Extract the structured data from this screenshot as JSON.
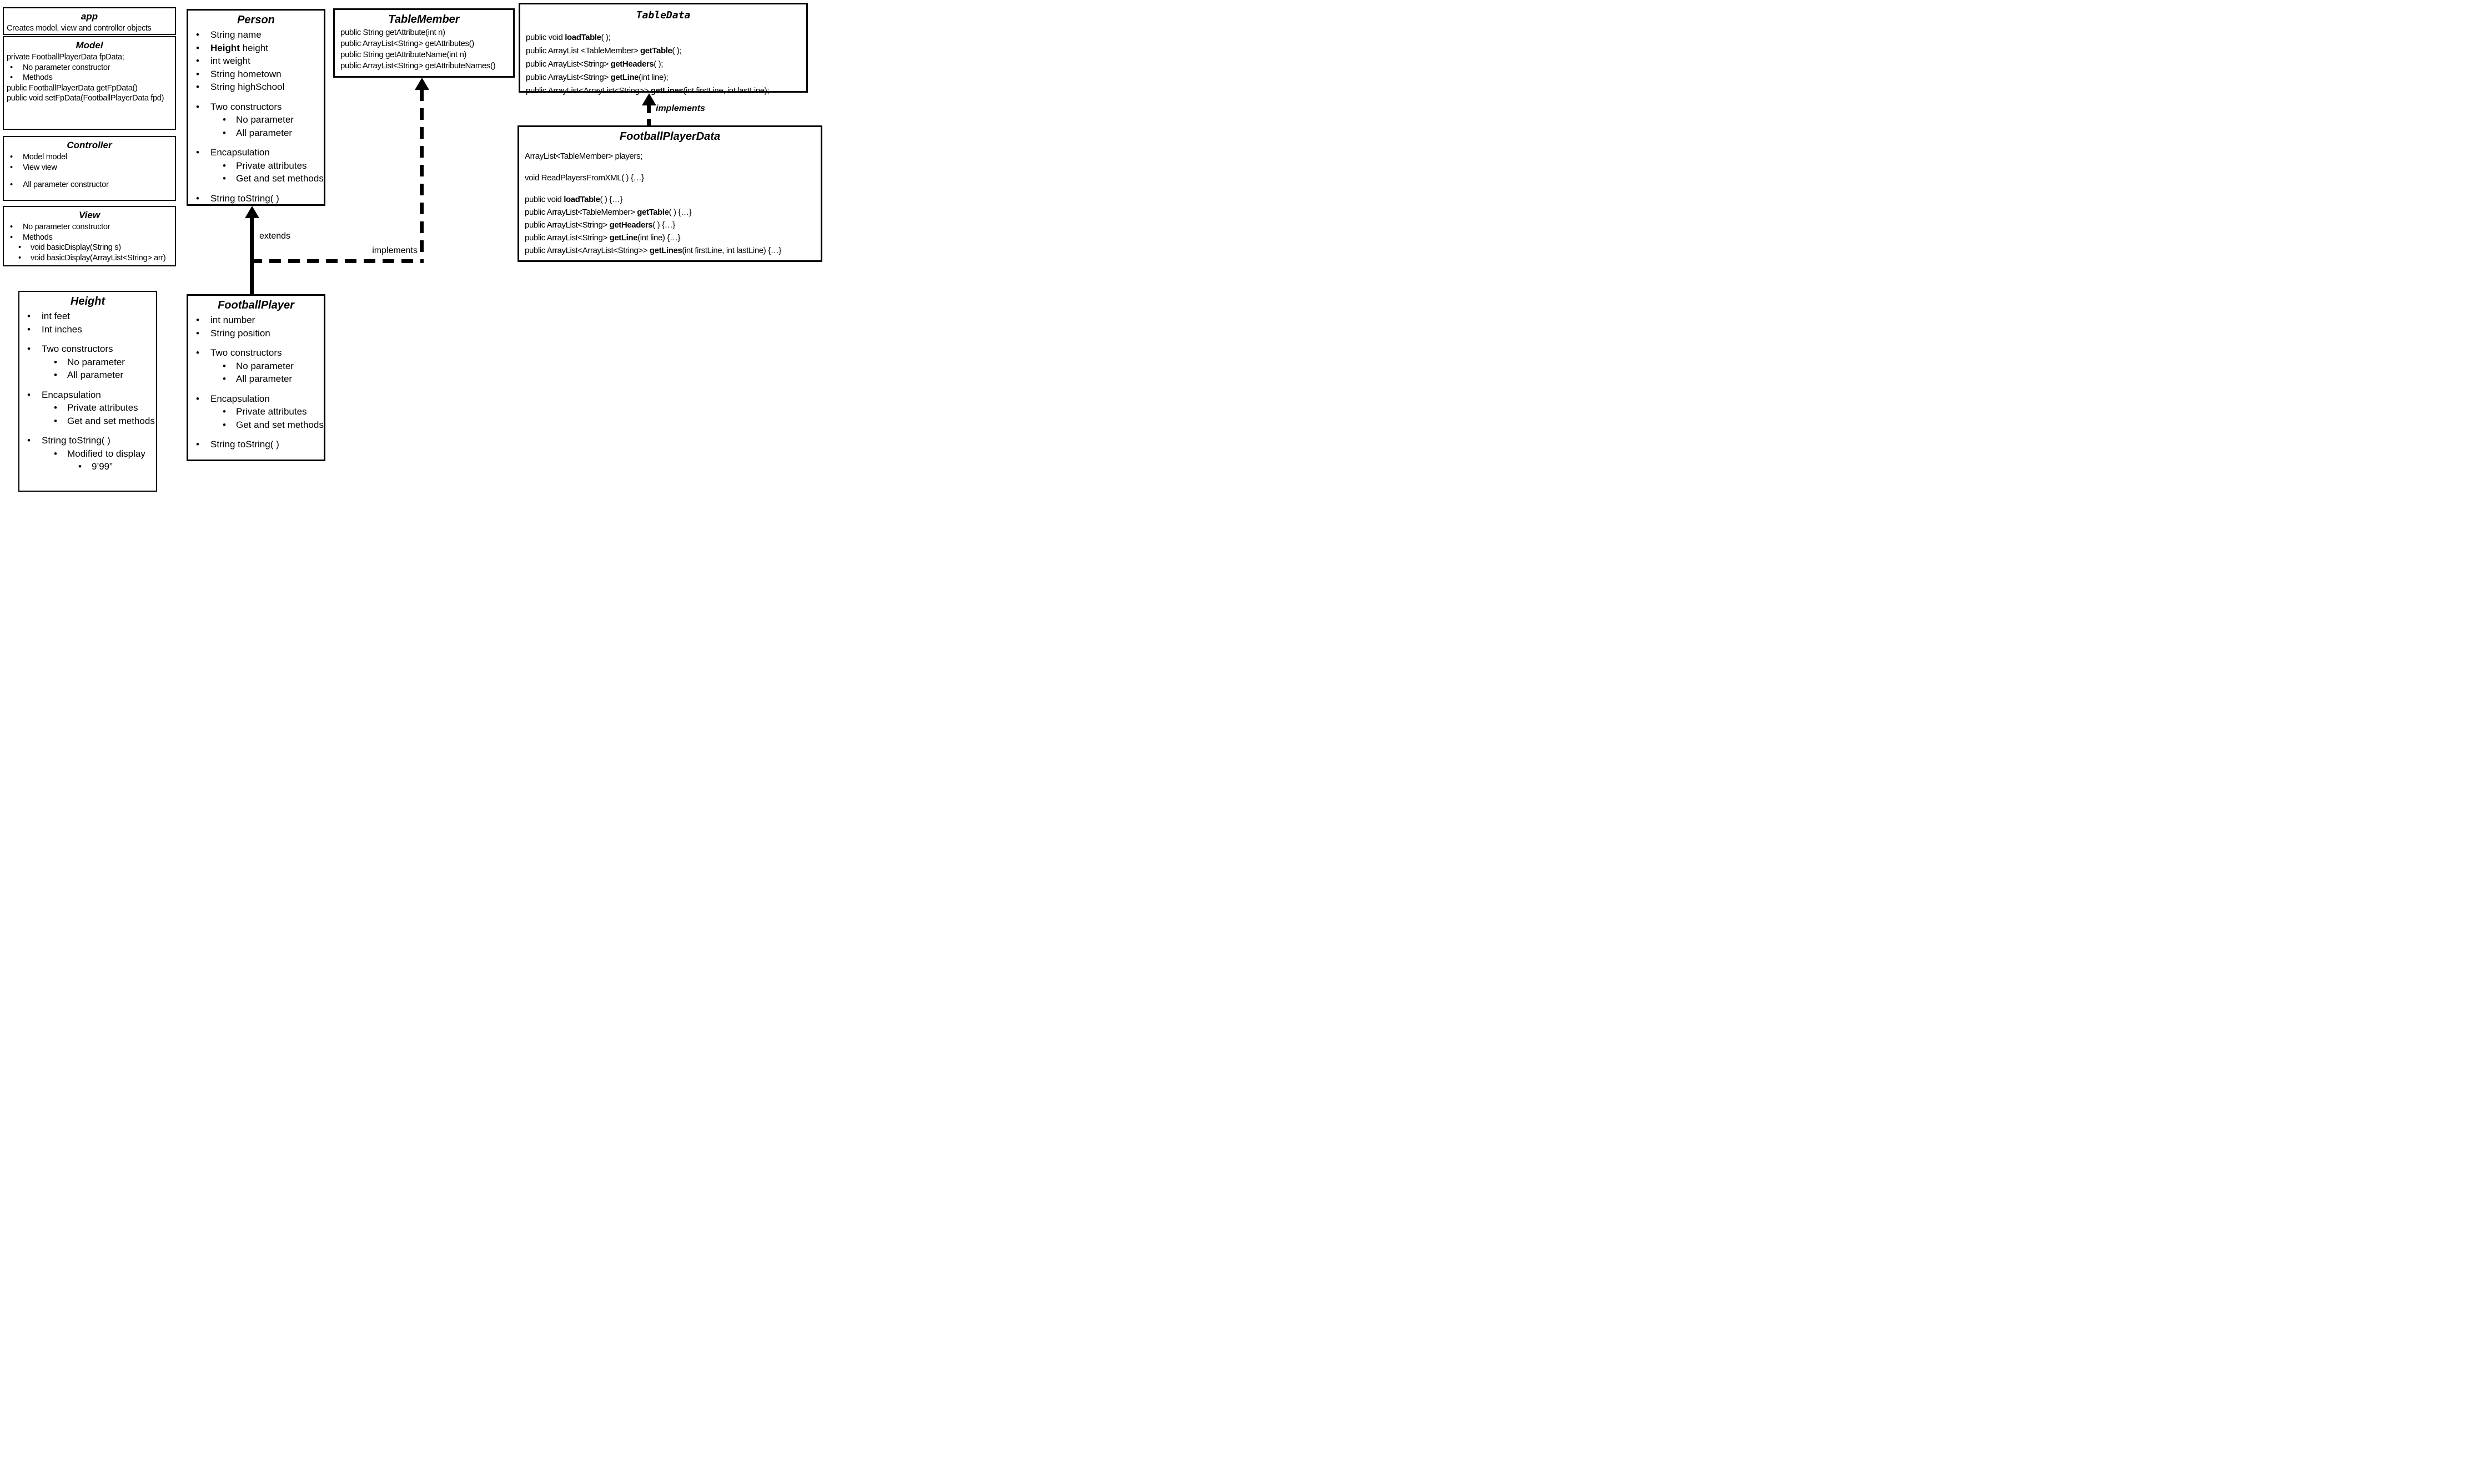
{
  "page": {
    "background": "#ffffff",
    "ink": "#000000"
  },
  "boxes": [
    {
      "id": "app",
      "title": "app",
      "lines": [
        {
          "segs": [
            {
              "t": "Creates model, view and controller objects"
            }
          ]
        }
      ]
    },
    {
      "id": "model",
      "title": "Model",
      "lines": [
        {
          "segs": [
            {
              "t": "private FootballPlayerData fpData;"
            }
          ]
        },
        {
          "b": 1,
          "segs": [
            {
              "t": "No parameter constructor"
            }
          ]
        },
        {
          "b": 1,
          "segs": [
            {
              "t": "Methods"
            }
          ]
        },
        {
          "segs": [
            {
              "t": "public FootballPlayerData getFpData()"
            }
          ]
        },
        {
          "segs": [
            {
              "t": "public void setFpData(FootballPlayerData fpd)"
            }
          ]
        }
      ]
    },
    {
      "id": "controller",
      "title": "Controller",
      "lines": [
        {
          "b": 1,
          "segs": [
            {
              "t": "Model model"
            }
          ]
        },
        {
          "b": 1,
          "segs": [
            {
              "t": "View view"
            }
          ]
        },
        {
          "blank": true
        },
        {
          "b": 1,
          "segs": [
            {
              "t": "All parameter constructor"
            }
          ]
        }
      ]
    },
    {
      "id": "view",
      "title": "View",
      "lines": [
        {
          "b": 1,
          "segs": [
            {
              "t": "No parameter constructor"
            }
          ]
        },
        {
          "b": 1,
          "segs": [
            {
              "t": "Methods"
            }
          ]
        },
        {
          "b": 2,
          "segs": [
            {
              "t": "void basicDisplay(String s)"
            }
          ]
        },
        {
          "b": 2,
          "segs": [
            {
              "t": "void basicDisplay(ArrayList<String> arr)"
            }
          ]
        }
      ]
    },
    {
      "id": "height",
      "title": "Height",
      "lines": [
        {
          "b": 1,
          "segs": [
            {
              "t": "int feet"
            }
          ]
        },
        {
          "b": 1,
          "segs": [
            {
              "t": "Int inches"
            }
          ]
        },
        {
          "blank": true
        },
        {
          "b": 1,
          "segs": [
            {
              "t": "Two constructors"
            }
          ]
        },
        {
          "b": 2,
          "segs": [
            {
              "t": "No parameter"
            }
          ]
        },
        {
          "b": 2,
          "segs": [
            {
              "t": "All parameter"
            }
          ]
        },
        {
          "blank": true
        },
        {
          "b": 1,
          "segs": [
            {
              "t": "Encapsulation"
            }
          ]
        },
        {
          "b": 2,
          "segs": [
            {
              "t": "Private attributes"
            }
          ]
        },
        {
          "b": 2,
          "segs": [
            {
              "t": "Get and set methods"
            }
          ]
        },
        {
          "blank": true
        },
        {
          "b": 1,
          "segs": [
            {
              "t": "String toString( )"
            }
          ]
        },
        {
          "b": 2,
          "segs": [
            {
              "t": "Modified to display"
            }
          ]
        },
        {
          "b": 3,
          "segs": [
            {
              "t": "9’99”"
            }
          ]
        }
      ]
    },
    {
      "id": "person",
      "title": "Person",
      "lines": [
        {
          "b": 1,
          "segs": [
            {
              "t": "String name"
            }
          ]
        },
        {
          "b": 1,
          "segs": [
            {
              "t": "Height",
              "bold": true
            },
            {
              "t": " height"
            }
          ]
        },
        {
          "b": 1,
          "segs": [
            {
              "t": "int weight"
            }
          ]
        },
        {
          "b": 1,
          "segs": [
            {
              "t": "String hometown"
            }
          ]
        },
        {
          "b": 1,
          "segs": [
            {
              "t": "String highSchool"
            }
          ]
        },
        {
          "blank": true
        },
        {
          "b": 1,
          "segs": [
            {
              "t": "Two constructors"
            }
          ]
        },
        {
          "b": 2,
          "segs": [
            {
              "t": "No parameter"
            }
          ]
        },
        {
          "b": 2,
          "segs": [
            {
              "t": "All parameter"
            }
          ]
        },
        {
          "blank": true
        },
        {
          "b": 1,
          "segs": [
            {
              "t": "Encapsulation"
            }
          ]
        },
        {
          "b": 2,
          "segs": [
            {
              "t": "Private attributes"
            }
          ]
        },
        {
          "b": 2,
          "segs": [
            {
              "t": "Get and set methods"
            }
          ]
        },
        {
          "blank": true
        },
        {
          "b": 1,
          "segs": [
            {
              "t": "String toString( )"
            }
          ]
        }
      ]
    },
    {
      "id": "footballplayer",
      "title": "FootballPlayer",
      "lines": [
        {
          "b": 1,
          "segs": [
            {
              "t": "int number"
            }
          ]
        },
        {
          "b": 1,
          "segs": [
            {
              "t": "String position"
            }
          ]
        },
        {
          "blank": true
        },
        {
          "b": 1,
          "segs": [
            {
              "t": "Two constructors"
            }
          ]
        },
        {
          "b": 2,
          "segs": [
            {
              "t": "No parameter"
            }
          ]
        },
        {
          "b": 2,
          "segs": [
            {
              "t": "All parameter"
            }
          ]
        },
        {
          "blank": true
        },
        {
          "b": 1,
          "segs": [
            {
              "t": "Encapsulation"
            }
          ]
        },
        {
          "b": 2,
          "segs": [
            {
              "t": "Private attributes"
            }
          ]
        },
        {
          "b": 2,
          "segs": [
            {
              "t": "Get and set methods"
            }
          ]
        },
        {
          "blank": true
        },
        {
          "b": 1,
          "segs": [
            {
              "t": "String toString( )"
            }
          ]
        }
      ]
    },
    {
      "id": "tablemember",
      "title": "TableMember",
      "lines": [
        {
          "segs": [
            {
              "t": "public String getAttribute(int n)"
            }
          ]
        },
        {
          "segs": [
            {
              "t": "public ArrayList<String> getAttributes()"
            }
          ]
        },
        {
          "segs": [
            {
              "t": "public String getAttributeName(int n)"
            }
          ]
        },
        {
          "segs": [
            {
              "t": "public ArrayList<String> getAttributeNames()"
            }
          ]
        }
      ]
    },
    {
      "id": "tabledata",
      "title": "TableData",
      "lines": [
        {
          "segs": [
            {
              "t": "public void "
            },
            {
              "t": "loadTable",
              "bold": true
            },
            {
              "t": "( );"
            }
          ]
        },
        {
          "segs": [
            {
              "t": "public ArrayList <TableMember> "
            },
            {
              "t": "getTable",
              "bold": true
            },
            {
              "t": "( );"
            }
          ]
        },
        {
          "segs": [
            {
              "t": "public ArrayList<String> "
            },
            {
              "t": "getHeaders",
              "bold": true
            },
            {
              "t": "( );"
            }
          ]
        },
        {
          "segs": [
            {
              "t": "public ArrayList<String> "
            },
            {
              "t": "getLine",
              "bold": true
            },
            {
              "t": "(int line);"
            }
          ]
        },
        {
          "segs": [
            {
              "t": "public ArrayList<ArrayList<String>> "
            },
            {
              "t": "getLines",
              "bold": true
            },
            {
              "t": "(int firstLine, int lastLine);"
            }
          ]
        }
      ]
    },
    {
      "id": "fpd",
      "title": "FootballPlayerData",
      "lines": [
        {
          "segs": [
            {
              "t": "ArrayList<TableMember> players;"
            }
          ]
        },
        {
          "blank": true
        },
        {
          "segs": [
            {
              "t": "void ReadPlayersFromXML( ) {…}"
            }
          ]
        },
        {
          "blank": true
        },
        {
          "segs": [
            {
              "t": "public void "
            },
            {
              "t": "loadTable",
              "bold": true
            },
            {
              "t": "( ) {…}"
            }
          ]
        },
        {
          "segs": [
            {
              "t": "public ArrayList<TableMember> "
            },
            {
              "t": "getTable",
              "bold": true
            },
            {
              "t": "( ) {…}"
            }
          ]
        },
        {
          "segs": [
            {
              "t": "public ArrayList<String> "
            },
            {
              "t": "getHeaders",
              "bold": true
            },
            {
              "t": "( ) {…}"
            }
          ]
        },
        {
          "segs": [
            {
              "t": "public ArrayList<String> "
            },
            {
              "t": "getLine",
              "bold": true
            },
            {
              "t": "(int line) {…}"
            }
          ]
        },
        {
          "segs": [
            {
              "t": "public ArrayList<ArrayList<String>> "
            },
            {
              "t": "getLines",
              "bold": true
            },
            {
              "t": "(int firstLine, int lastLine) {…}"
            }
          ]
        }
      ]
    }
  ],
  "connectors": {
    "extends": {
      "label": "extends",
      "type": "solid-arrow",
      "from": "FootballPlayer",
      "to": "Person"
    },
    "implements_tablemember": {
      "label": "implements",
      "type": "dashed-arrow",
      "from": "FootballPlayer",
      "to": "TableMember"
    },
    "implements_tabledata": {
      "label": "implements",
      "type": "dashed-arrow",
      "from": "FootballPlayerData",
      "to": "TableData"
    }
  }
}
